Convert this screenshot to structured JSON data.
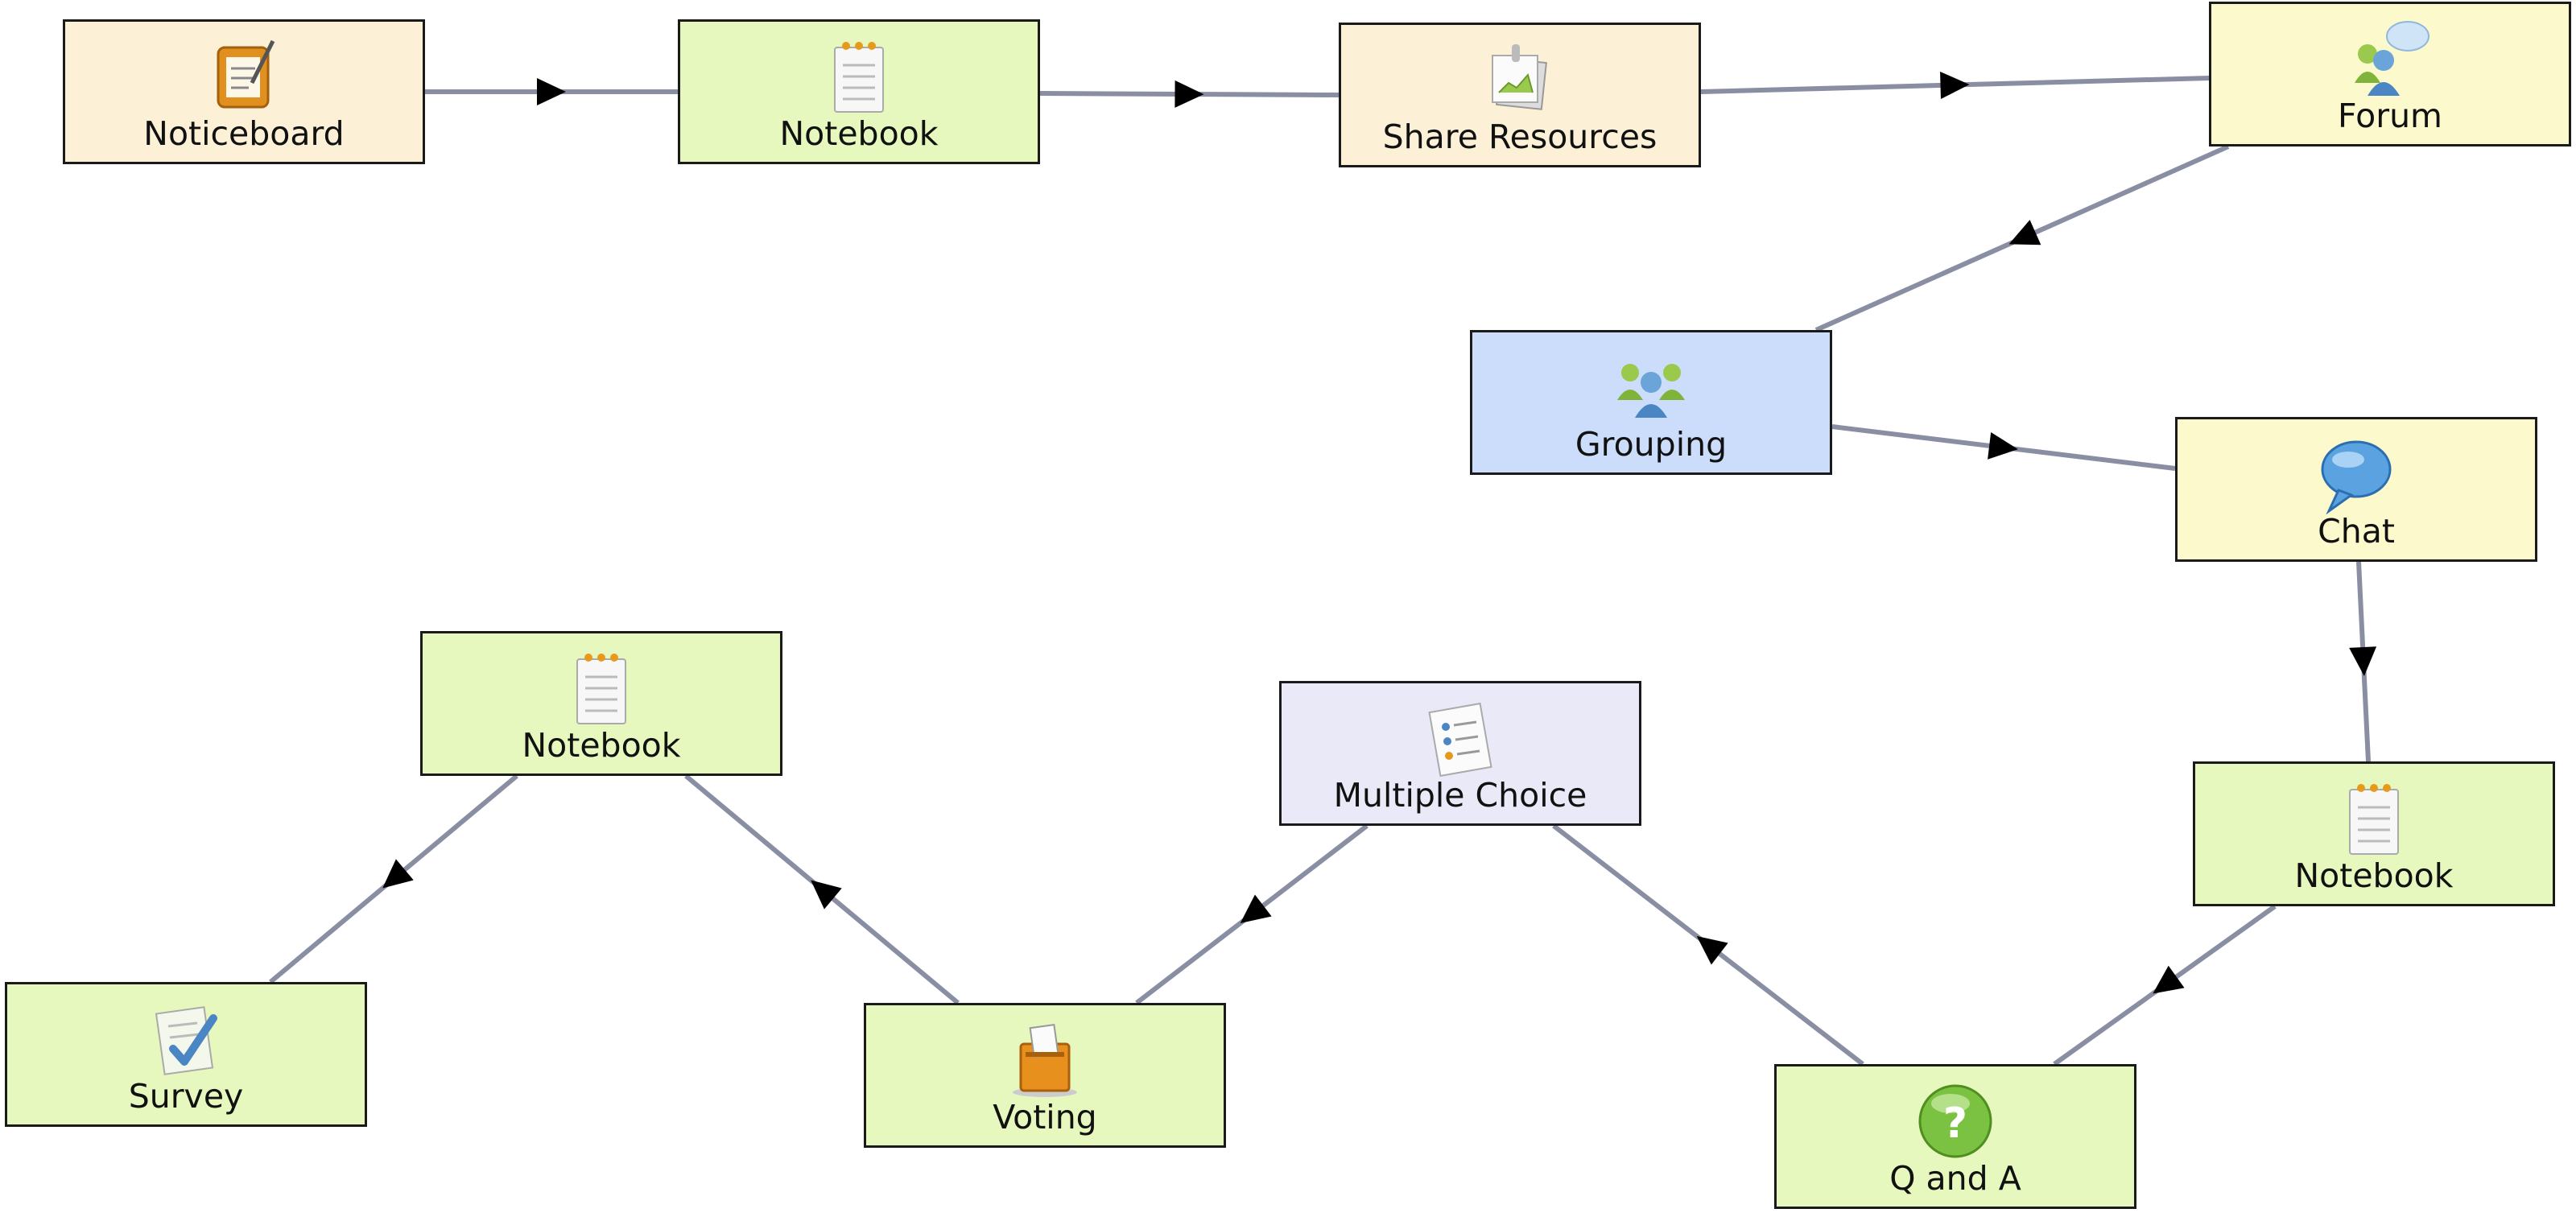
{
  "diagram": {
    "colors": {
      "edge": "#8a8ea3",
      "arrow": "#000000",
      "tan": "#fcf1d6",
      "green": "#e6f8bd",
      "yellow": "#fcfacc",
      "blue": "#cbddfb",
      "lavender": "#eae9f7"
    },
    "nodes": [
      {
        "id": "noticeboard",
        "label": "Noticeboard",
        "icon": "noticeboard-icon"
      },
      {
        "id": "notebook1",
        "label": "Notebook",
        "icon": "notebook-icon"
      },
      {
        "id": "share",
        "label": "Share Resources",
        "icon": "share-resources-icon"
      },
      {
        "id": "forum",
        "label": "Forum",
        "icon": "forum-icon"
      },
      {
        "id": "grouping",
        "label": "Grouping",
        "icon": "grouping-icon"
      },
      {
        "id": "chat",
        "label": "Chat",
        "icon": "chat-icon"
      },
      {
        "id": "notebook2",
        "label": "Notebook",
        "icon": "notebook-icon"
      },
      {
        "id": "qanda",
        "label": "Q and A",
        "icon": "question-icon"
      },
      {
        "id": "mc",
        "label": "Multiple Choice",
        "icon": "multiple-choice-icon"
      },
      {
        "id": "voting",
        "label": "Voting",
        "icon": "voting-icon"
      },
      {
        "id": "notebook3",
        "label": "Notebook",
        "icon": "notebook-icon"
      },
      {
        "id": "survey",
        "label": "Survey",
        "icon": "survey-icon"
      }
    ],
    "edges": [
      {
        "from": "noticeboard",
        "to": "notebook1"
      },
      {
        "from": "notebook1",
        "to": "share"
      },
      {
        "from": "share",
        "to": "forum"
      },
      {
        "from": "forum",
        "to": "grouping"
      },
      {
        "from": "grouping",
        "to": "chat"
      },
      {
        "from": "chat",
        "to": "notebook2"
      },
      {
        "from": "notebook2",
        "to": "qanda"
      },
      {
        "from": "qanda",
        "to": "mc"
      },
      {
        "from": "mc",
        "to": "voting"
      },
      {
        "from": "voting",
        "to": "notebook3"
      },
      {
        "from": "notebook3",
        "to": "survey"
      }
    ]
  }
}
